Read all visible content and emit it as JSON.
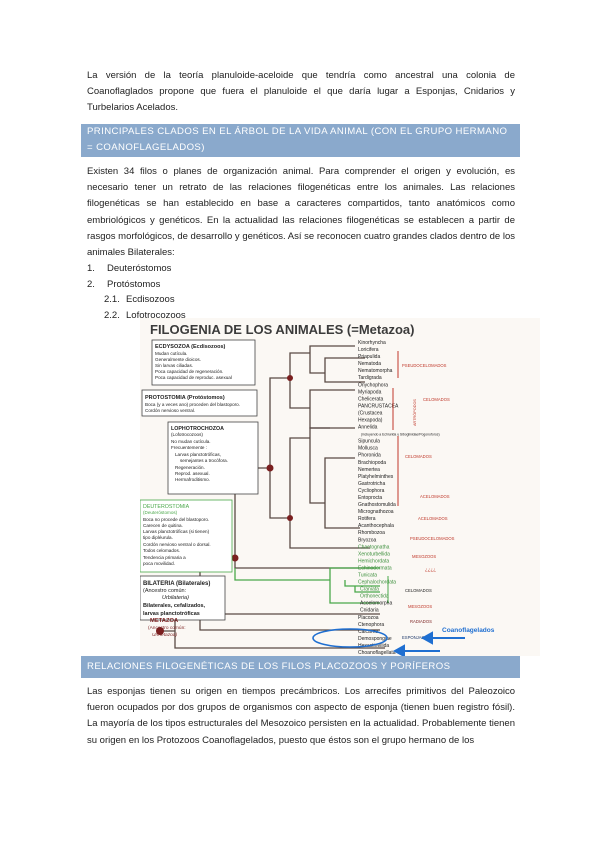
{
  "intro": {
    "text": "La versión de la teoría planuloide-aceloide que tendría como ancestral una colonia de Coanoflaglados propone que fuera el planuloide el que daría lugar a Esponjas, Cnidarios y Turbelarios Acelados."
  },
  "section1": {
    "heading": "PRINCIPALES CLADOS EN EL ÁRBOL DE LA VIDA ANIMAL (CON EL GRUPO HERMANO = COANOFLAGELADOS)",
    "body": "Existen 34 filos o planes de organización animal. Para comprender el origen y evolución, es necesario tener un retrato de las relaciones filogenéticas entre los animales. Las relaciones filogenéticas se han establecido en base a caracteres compartidos, tanto anatómicos como embriológicos y genéticos. En la actualidad las relaciones filogenéticas se establecen a partir de rasgos morfológicos, de desarrollo y genéticos. Así se reconocen cuatro grandes clados dentro de los animales Bilaterales:",
    "list": [
      {
        "num": "1.",
        "label": "Deuteróstomos"
      },
      {
        "num": "2.",
        "label": "Protóstomos"
      },
      {
        "num": "2.1.",
        "label": "Ecdisozoos"
      },
      {
        "num": "2.2.",
        "label": "Lofotrocozoos"
      }
    ]
  },
  "figure": {
    "title": "FILOGENIA DE LOS ANIMALES (=Metazoa)",
    "boxes": {
      "ecdysozoa": [
        "ECDYSOZOA (Ecdisozoos)",
        "Mudan cutícula.",
        "Generalmente dioicos.",
        "Sin larvas ciliadas.",
        "Poca capacidad de regeneración.",
        "Poca capacidad de reproduc. asexual"
      ],
      "protostomia": [
        "PROTOSTOMIA (Protóstomos)",
        "Boca (y a veces ano) proceden del blastoporo.",
        "Cordón nervioso ventral."
      ],
      "lophotrochozoa": [
        "LOPHOTROCHOZOA",
        "(Lofotrocozoos)",
        "No mudan cutícula.",
        "Frecuentemente :",
        "Larvas planctotróficas,",
        "semejantes a trocófora.",
        "Regeneración.",
        "Reprod. asexual.",
        "Hermafroditismo."
      ],
      "deuterostomia": [
        "DEUTEROSTOMIA",
        "(Deuteróstomos)",
        "Boca no procede del blastoporo.",
        "Carecen de quitina.",
        "Larvas planctotróficas (si tienen)",
        "tipo dipléurula.",
        "Cordón nervioso ventral o dorsal.",
        "Todos celomados.",
        "Tendencia primaria a",
        "poca movilidad."
      ],
      "bilateria": [
        "BILATERIA (Bilaterales)",
        "(Ancestro común:",
        "Urbilateria)",
        "Bilaterales, cefalizados,",
        "larvas planctotróficas"
      ],
      "metazoa": [
        "METAZOA",
        "(Ancestro común:",
        "Urmetazoa)"
      ]
    },
    "taxa": [
      "Kinorhyncha",
      "Loricifera",
      "Priapulida",
      "Nematoda",
      "Nematomorpha",
      "Tardigrada",
      "Onychophora",
      "Myriapoda",
      "Chelicerata",
      "PANCRUSTACEA",
      "(Crustacea",
      "Hexapoda)",
      "Annelida",
      "(incluyendo a Echiurida y Siboglinidae/Pogonoforos)",
      "Sipuncula",
      "Mollusca",
      "Phoronida",
      "Brachiopoda",
      "Nemertea",
      "Platyhelminthes",
      "Gastrotricha",
      "Cycliophora",
      "Entoprocta",
      "Gnathostomulida",
      "Micrognathozoa",
      "Rotifera",
      "Acanthocephala",
      "Rhombozoa",
      "Bryozoa",
      "Chaetognatha",
      "Xenoturbellida",
      "Hemichordata",
      "Echinodermata",
      "Tunicata",
      "Cephalochordata",
      "Craniata",
      "Orthonectida",
      "Acoelomorpha",
      "Cnidaria",
      "Placozoa",
      "Ctenophora",
      "Calcarea",
      "Demospongiae",
      "Hexactinellida",
      "Choanoflagellata"
    ],
    "side_labels": {
      "pseudo1": "PSEUDOCELOMADOS",
      "celomados1": "CELOMADOS",
      "artropodos": "ARTRÓPODOS",
      "celomados2": "CELOMADOS",
      "acelomados1": "ACELOMADOS",
      "acelomados2": "ACELOMADOS",
      "pseudo2": "PSEUDOCELOMADOS",
      "mesozoos1": "MESOZOOS",
      "celomados3": "CELOMADOS",
      "mesozoos2": "MESOZOOS",
      "radiados": "RADIADOS",
      "esponjas": "ESPONJAS",
      "question": "¿¿¿¿"
    },
    "arrow_label": "Coanoflagelados",
    "colors": {
      "red": "#c0392b",
      "green": "#4aa84a",
      "navy": "#1f3a6b",
      "blue": "#1f6fd1"
    }
  },
  "section2": {
    "heading": "RELACIONES FILOGENÉTICAS DE LOS FILOS PLACOZOOS Y PORÍFEROS",
    "body": "Las esponjas tienen su origen en tiempos precámbricos. Los arrecifes primitivos del Paleozoico fueron ocupados por dos grupos de organismos con aspecto de esponja (tienen buen registro fósil). La mayoría de los tipos estructurales del Mesozoico persisten en la actualidad. Probablemente tienen su origen en los Protozoos Coanoflagelados, puesto que éstos son el grupo hermano de los"
  }
}
